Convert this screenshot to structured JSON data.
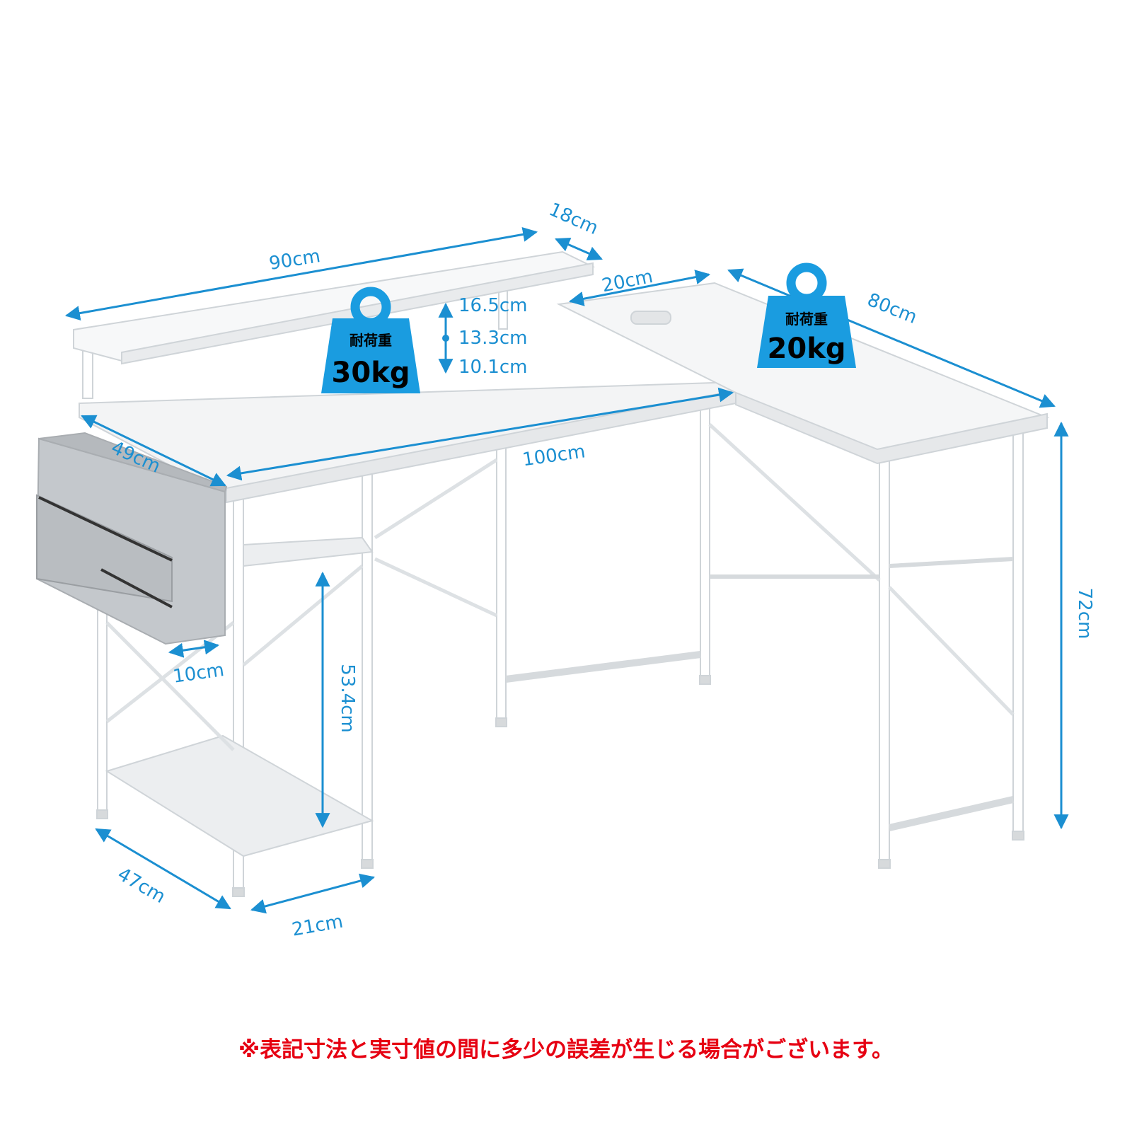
{
  "dimensions": {
    "upper_shelf_width": "90cm",
    "upper_shelf_depth": "18cm",
    "gap_width": "20cm",
    "side_desk_length": "80cm",
    "shelf_height_1": "16.5cm",
    "shelf_height_2": "13.3cm",
    "shelf_height_3": "10.1cm",
    "main_desk_width": "100cm",
    "bag_width": "49cm",
    "total_height": "72cm",
    "bag_offset": "10cm",
    "lower_shelf_height": "53.4cm",
    "base_depth": "47cm",
    "base_width": "21cm"
  },
  "weights": {
    "left": {
      "label": "耐荷重",
      "value": "30kg"
    },
    "right": {
      "label": "耐荷重",
      "value": "20kg"
    }
  },
  "note": "※表記寸法と実寸値の間に多少の誤差が生じる場合がございます。",
  "colors": {
    "dimension": "#1b8fd1",
    "weight_icon": "#1a9ce0",
    "note": "#e60012"
  }
}
